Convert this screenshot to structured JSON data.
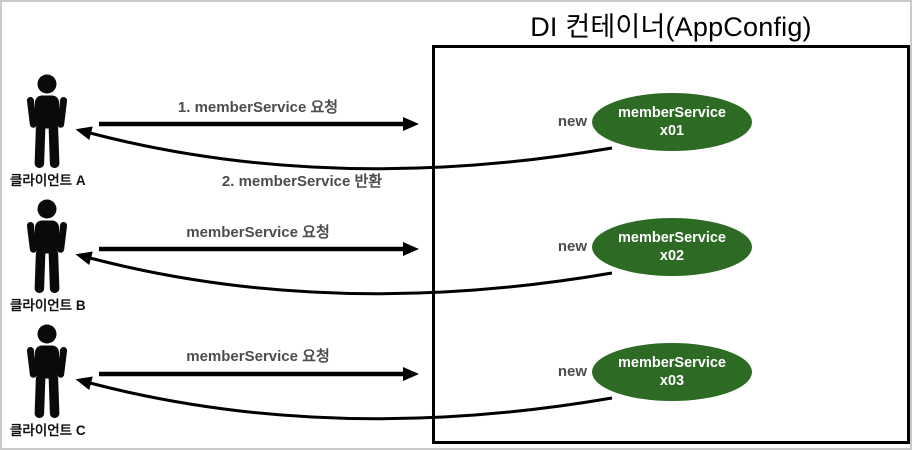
{
  "diagram": {
    "title": "DI 컨테이너(AppConfig)",
    "colors": {
      "ellipse_green": "#2d6a24",
      "label_gray": "#4d4d4d",
      "arrow_black": "#000000"
    },
    "rows": [
      {
        "client": "클라이언트 A",
        "request_label": "1. memberService 요청",
        "return_label": "2. memberService 반환",
        "new_label": "new",
        "service_line1": "memberService",
        "service_line2": "x01"
      },
      {
        "client": "클라이언트 B",
        "request_label": "memberService 요청",
        "new_label": "new",
        "service_line1": "memberService",
        "service_line2": "x02"
      },
      {
        "client": "클라이언트 C",
        "request_label": "memberService 요청",
        "new_label": "new",
        "service_line1": "memberService",
        "service_line2": "x03"
      }
    ]
  }
}
